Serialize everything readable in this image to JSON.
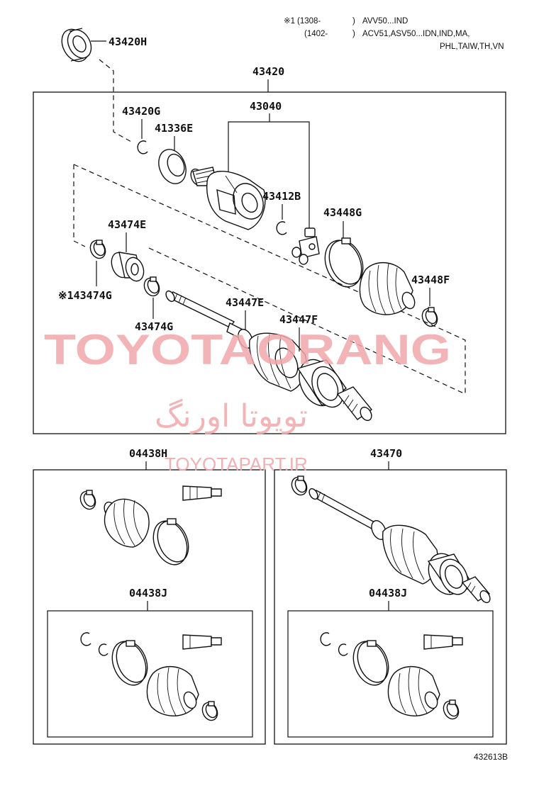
{
  "notes": {
    "mark": "※1",
    "line1_date": "(1308-",
    "line1_close": ")",
    "line1_models": "AVV50...IND",
    "line2_date": "(1402-",
    "line2_close": ")",
    "line2_models": "ACV51,ASV50...IDN,IND,MA,",
    "line3_models": "PHL,TAIW,TH,VN"
  },
  "parts": {
    "p43420H": "43420H",
    "p43420": "43420",
    "p43420G": "43420G",
    "p41336E": "41336E",
    "p43040": "43040",
    "p43412B": "43412B",
    "p43448G": "43448G",
    "p43474E": "43474E",
    "p43448F": "43448F",
    "p43474G_marked": "※143474G",
    "p43447E": "43447E",
    "p43447F": "43447F",
    "p43474G": "43474G",
    "p04438H": "04438H",
    "p43470": "43470",
    "p04438J_left": "04438J",
    "p04438J_right": "04438J"
  },
  "watermark": {
    "brand": "TOYOTAORANG",
    "farsi": "تویوتا اورنگ",
    "url": "TOYOTAPART.IR"
  },
  "illustration_code": "432613B"
}
